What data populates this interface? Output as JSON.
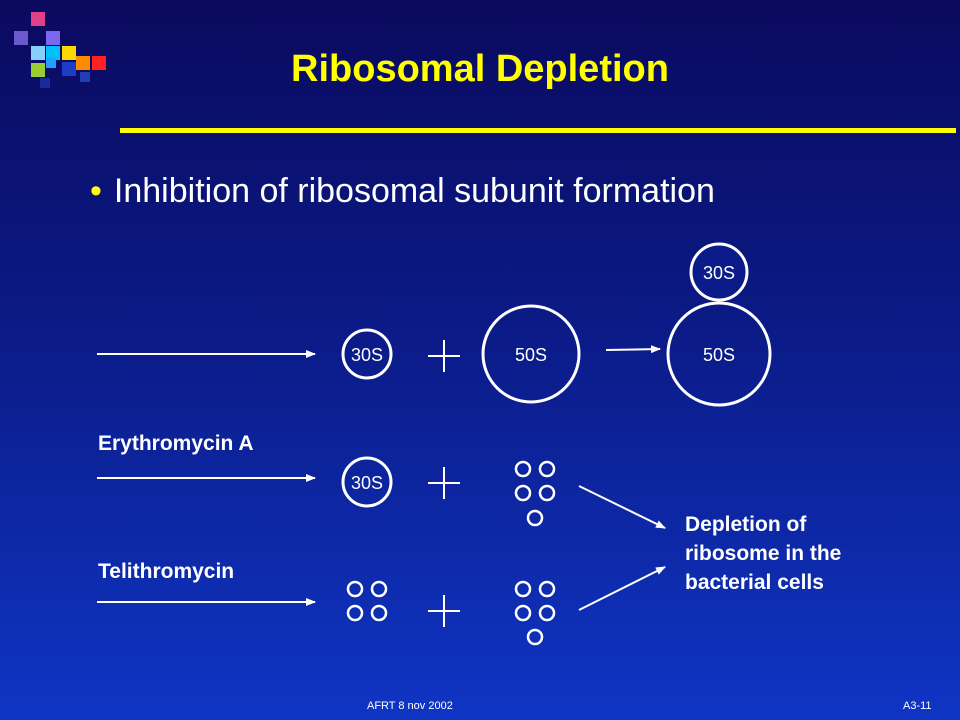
{
  "slide": {
    "title": "Ribosomal Depletion",
    "bullet": "Inhibition of ribosomal subunit formation",
    "diagram": {
      "subunit_small": "30S",
      "subunit_large": "50S",
      "label_erythromycin": "Erythromycin A",
      "label_telithromycin": "Telithromycin",
      "outcome_lines": [
        "Depletion of",
        "ribosome in the",
        "bacterial cells"
      ]
    },
    "footer_left": "AFRT 8 nov 2002",
    "footer_right": "A3-11"
  },
  "colors": {
    "title": "#ffff00",
    "background_top": "#0a0a5e",
    "background_bottom": "#0f35c4"
  },
  "decoration_colors": [
    "#e0408a",
    "#6a5acd",
    "#7b68ee",
    "#87cefa",
    "#00bfff",
    "#9acd32",
    "#ffd700",
    "#ff8c00",
    "#ff2020",
    "#20a0ff"
  ]
}
